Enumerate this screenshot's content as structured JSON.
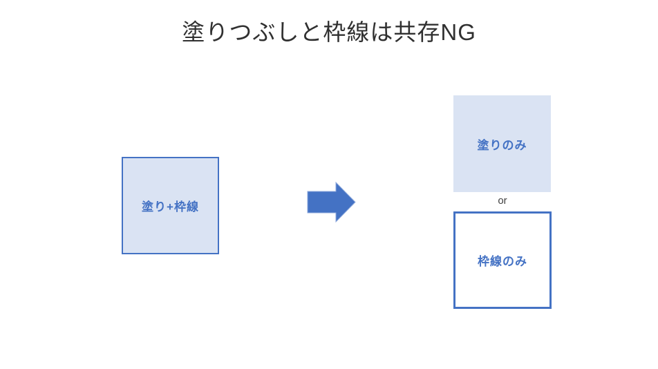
{
  "slide": {
    "title": "塗りつぶしと枠線は共存NG",
    "before_box": {
      "label": "塗り+枠線",
      "style": "fill-and-border"
    },
    "arrow_icon": "right-arrow-icon",
    "after": {
      "fill_only_box": {
        "label": "塗りのみ",
        "style": "fill-only"
      },
      "or_label": "or",
      "border_only_box": {
        "label": "枠線のみ",
        "style": "border-only"
      }
    }
  },
  "colors": {
    "accent_blue": "#4472C4",
    "light_fill": "#DAE3F3",
    "title_text": "#303030",
    "or_text": "#404040"
  }
}
